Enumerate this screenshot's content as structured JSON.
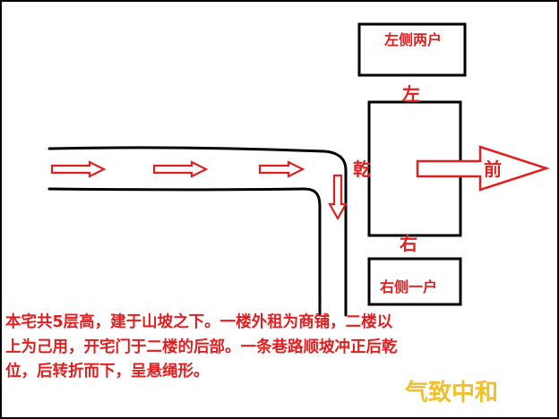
{
  "labels": {
    "left_households": "左侧两户",
    "left": "左",
    "qian": "乾",
    "front": "前",
    "right": "右",
    "right_household": "右侧一户"
  },
  "caption": {
    "line1": "本宅共5层高，建于山坡之下。一楼外租为商铺，二楼以",
    "line2": "上为己用，开宅门于二楼的后部。一条巷路顺坡冲正后乾",
    "line3": "位，后转折而下，呈悬绳形。"
  },
  "brand": "气致中和",
  "colors": {
    "ink": "#000000",
    "accent": "#e02020",
    "brand": "#f2c02c",
    "background": "#ffffff"
  }
}
